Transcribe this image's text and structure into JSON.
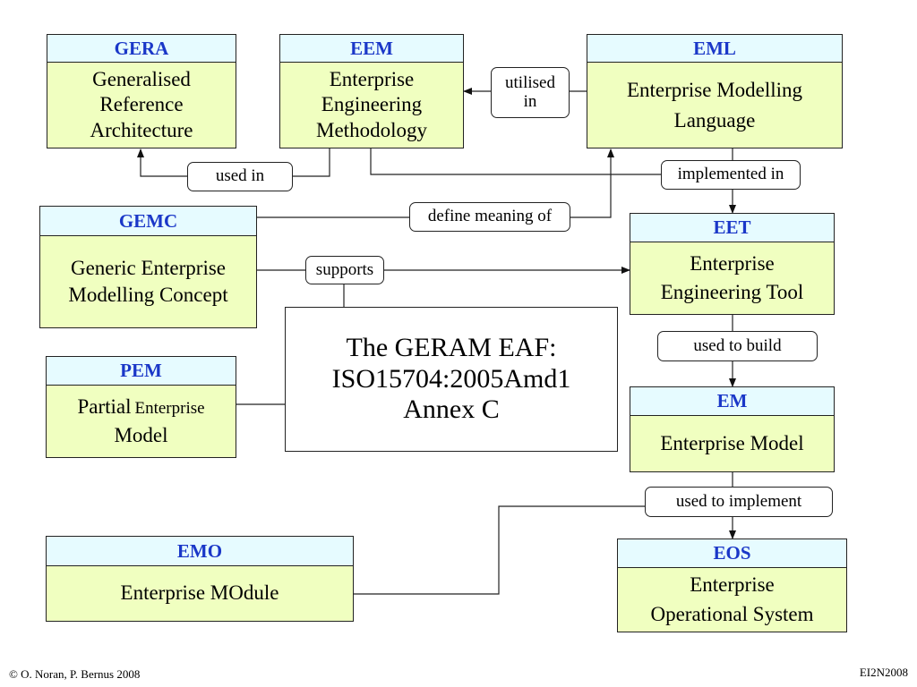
{
  "boxes": {
    "gera": {
      "code": "GERA",
      "name": "Generalised\nReference\nArchitecture"
    },
    "eem": {
      "code": "EEM",
      "name": "Enterprise\nEngineering\nMethodology"
    },
    "eml": {
      "code": "EML",
      "name": "Enterprise Modelling\nLanguage"
    },
    "gemc": {
      "code": "GEMC",
      "name": "Generic Enterprise\nModelling Concept"
    },
    "eet": {
      "code": "EET",
      "name": "Enterprise\nEngineering Tool"
    },
    "pem": {
      "code": "PEM",
      "name_part1": "Partial",
      "name_part2": "Enterprise",
      "name_part3": "Model"
    },
    "em": {
      "code": "EM",
      "name": "Enterprise Model"
    },
    "emo": {
      "code": "EMO",
      "name": "Enterprise MOdule"
    },
    "eos": {
      "code": "EOS",
      "name": "Enterprise\nOperational System"
    }
  },
  "center_title": "The GERAM EAF:\nISO15704:2005Amd1\nAnnex C",
  "labels": {
    "utilised_in": "utilised\nin",
    "used_in": "used in",
    "implemented_in": "implemented in",
    "define_meaning_of": "define meaning of",
    "supports": "supports",
    "used_to_build": "used to build",
    "used_to_implement": "used to implement"
  },
  "footer": {
    "copyright": "© O. Noran, P. Bernus 2008",
    "code": "EI2N2008"
  },
  "colors": {
    "box_fill": "#f0ffc0",
    "header_fill": "#e6fbff",
    "header_text": "#1a37c8"
  }
}
